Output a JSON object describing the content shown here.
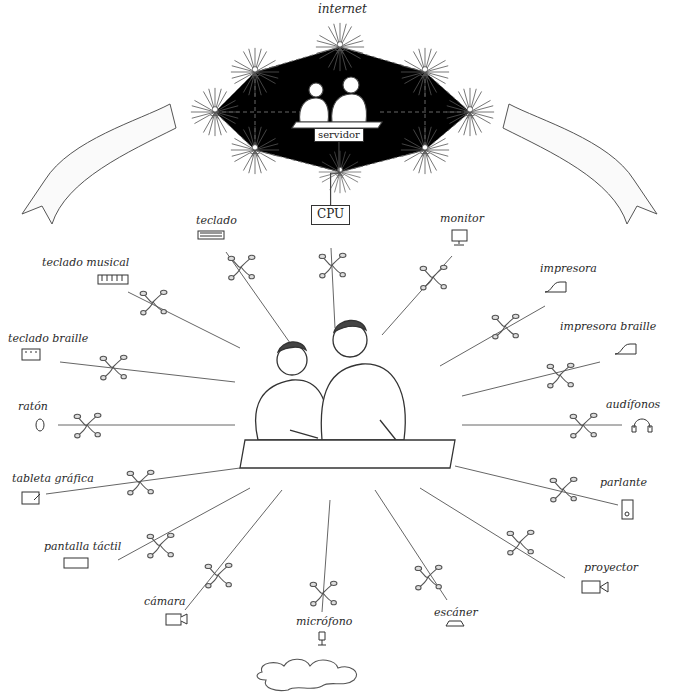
{
  "diagram": {
    "nodes": [
      {
        "text": [
          "servidor"
        ]
      },
      {
        "text": [
          "CPU"
        ]
      }
    ],
    "edges": [
      {
        "from": 0,
        "to": 1,
        "arrow": "none"
      }
    ],
    "labels": [
      "internet",
      "teclado",
      "monitor",
      "teclado musical",
      "impresora",
      "teclado braille",
      "impresora braille",
      "ratón",
      "audífonos",
      "tableta gráfica",
      "parlante",
      "pantalla táctil",
      "proyector",
      "cámara",
      "micrófono",
      "escáner"
    ]
  }
}
